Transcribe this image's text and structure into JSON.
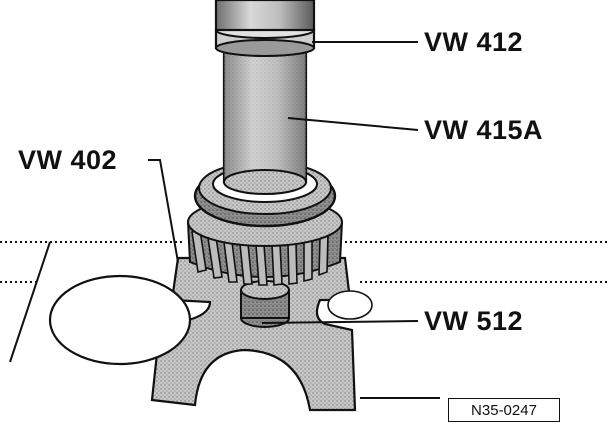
{
  "labels": {
    "vw412": "VW 412",
    "vw415a": "VW 415A",
    "vw402": "VW 402",
    "vw512": "VW 512"
  },
  "reference": "N35-0247",
  "colors": {
    "ink": "#111111",
    "shade": "#9a9a9a",
    "light": "#d6d6d6",
    "paper": "#ffffff"
  }
}
